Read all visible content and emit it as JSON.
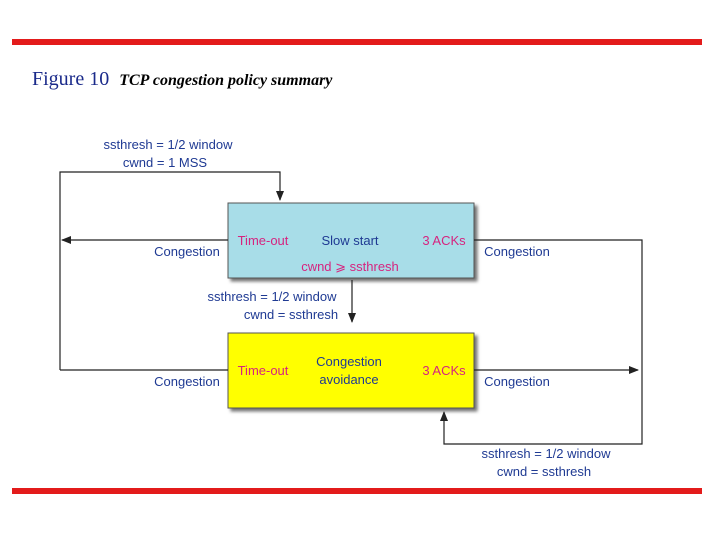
{
  "title": {
    "figure_number": "Figure 10",
    "caption": "TCP congestion policy summary"
  },
  "colors": {
    "rule": "#e31b1b",
    "slow_start_fill": "#a8dde8",
    "avoidance_fill": "#ffff00",
    "event_text": "#d6247f",
    "label_text": "#1f3a93",
    "arrow": "#222222"
  },
  "diagram": {
    "states": {
      "slow_start": {
        "label": "Slow start",
        "timeout": "Time-out",
        "acks": "3 ACKs",
        "threshold": "cwnd ⩾ ssthresh"
      },
      "congestion_avoidance": {
        "label_line1": "Congestion",
        "label_line2": "avoidance",
        "timeout": "Time-out",
        "acks": "3 ACKs"
      }
    },
    "transitions": {
      "top_reset": {
        "line1": "ssthresh = 1/2 window",
        "line2": "cwnd = 1 MSS"
      },
      "middle": {
        "line1": "ssthresh = 1/2 window",
        "line2": "cwnd = ssthresh"
      },
      "bottom": {
        "line1": "ssthresh = 1/2 window",
        "line2": "cwnd = ssthresh"
      }
    },
    "edge_labels": {
      "left_top": "Congestion",
      "right_top": "Congestion",
      "left_bottom": "Congestion",
      "right_bottom": "Congestion"
    }
  }
}
